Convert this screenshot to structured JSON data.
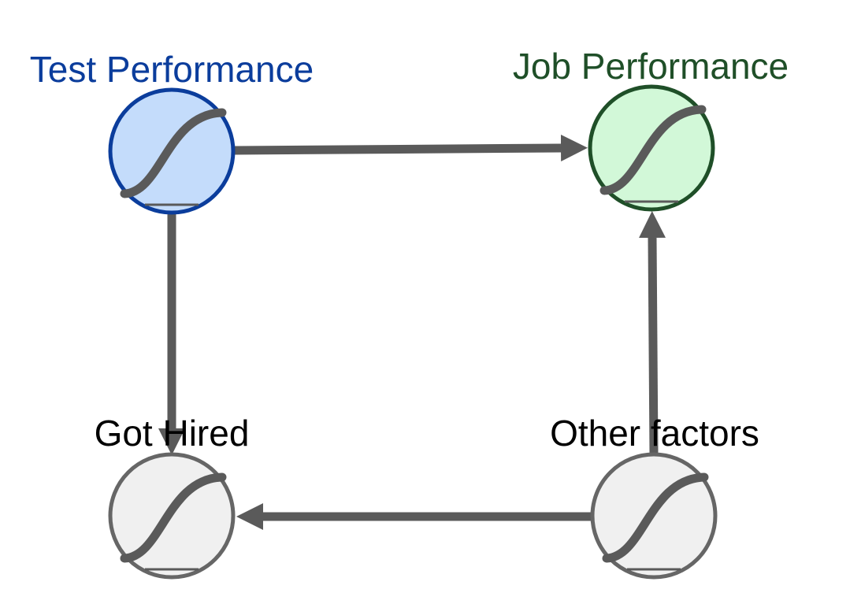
{
  "nodes": {
    "test_performance": {
      "label": "Test Performance",
      "color": "#0b3d9c",
      "fill": "#c4dcfb",
      "stroke": "#0b3d9c"
    },
    "job_performance": {
      "label": "Job Performance",
      "color": "#1f4f28",
      "fill": "#d2f8d8",
      "stroke": "#1f4f28"
    },
    "got_hired": {
      "label": "Got Hired",
      "color": "#000000",
      "fill": "#f0f0f0",
      "stroke": "#666666"
    },
    "other_factors": {
      "label": "Other factors",
      "color": "#000000",
      "fill": "#f0f0f0",
      "stroke": "#666666"
    }
  },
  "edges": [
    {
      "from": "test_performance",
      "to": "job_performance"
    },
    {
      "from": "test_performance",
      "to": "got_hired"
    },
    {
      "from": "other_factors",
      "to": "job_performance"
    },
    {
      "from": "other_factors",
      "to": "got_hired"
    }
  ],
  "edge_color": "#5a5a5a",
  "curve_color": "#5a5a5a"
}
